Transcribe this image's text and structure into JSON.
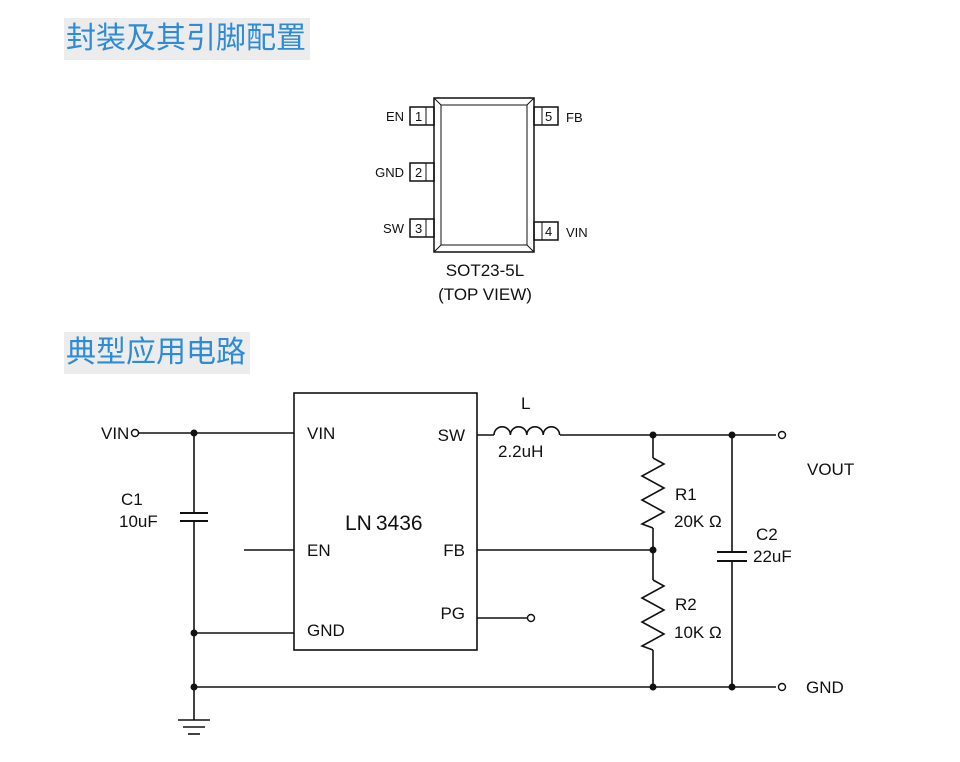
{
  "sections": {
    "package_title": "封装及其引脚配置",
    "circuit_title": "典型应用电路"
  },
  "package": {
    "name": "SOT23-5L",
    "view": "(TOP VIEW)",
    "pins": {
      "p1": {
        "num": "1",
        "label": "EN"
      },
      "p2": {
        "num": "2",
        "label": "GND"
      },
      "p3": {
        "num": "3",
        "label": "SW"
      },
      "p4": {
        "num": "4",
        "label": "VIN"
      },
      "p5": {
        "num": "5",
        "label": "FB"
      }
    }
  },
  "circuit": {
    "chip": {
      "name_prefix": "LN",
      "name_number": "3436",
      "pins": {
        "vin": "VIN",
        "sw": "SW",
        "en": "EN",
        "fb": "FB",
        "pg": "PG",
        "gnd": "GND"
      }
    },
    "inductor": {
      "name": "L",
      "value": "2.2uH"
    },
    "c1": {
      "name": "C1",
      "value": "10uF"
    },
    "c2": {
      "name": "C2",
      "value": "22uF"
    },
    "r1": {
      "name": "R1",
      "value": "20K Ω"
    },
    "r2": {
      "name": "R2",
      "value": "10K Ω"
    },
    "terminals": {
      "vin": "VIN",
      "vout": "VOUT",
      "gnd": "GND"
    }
  }
}
